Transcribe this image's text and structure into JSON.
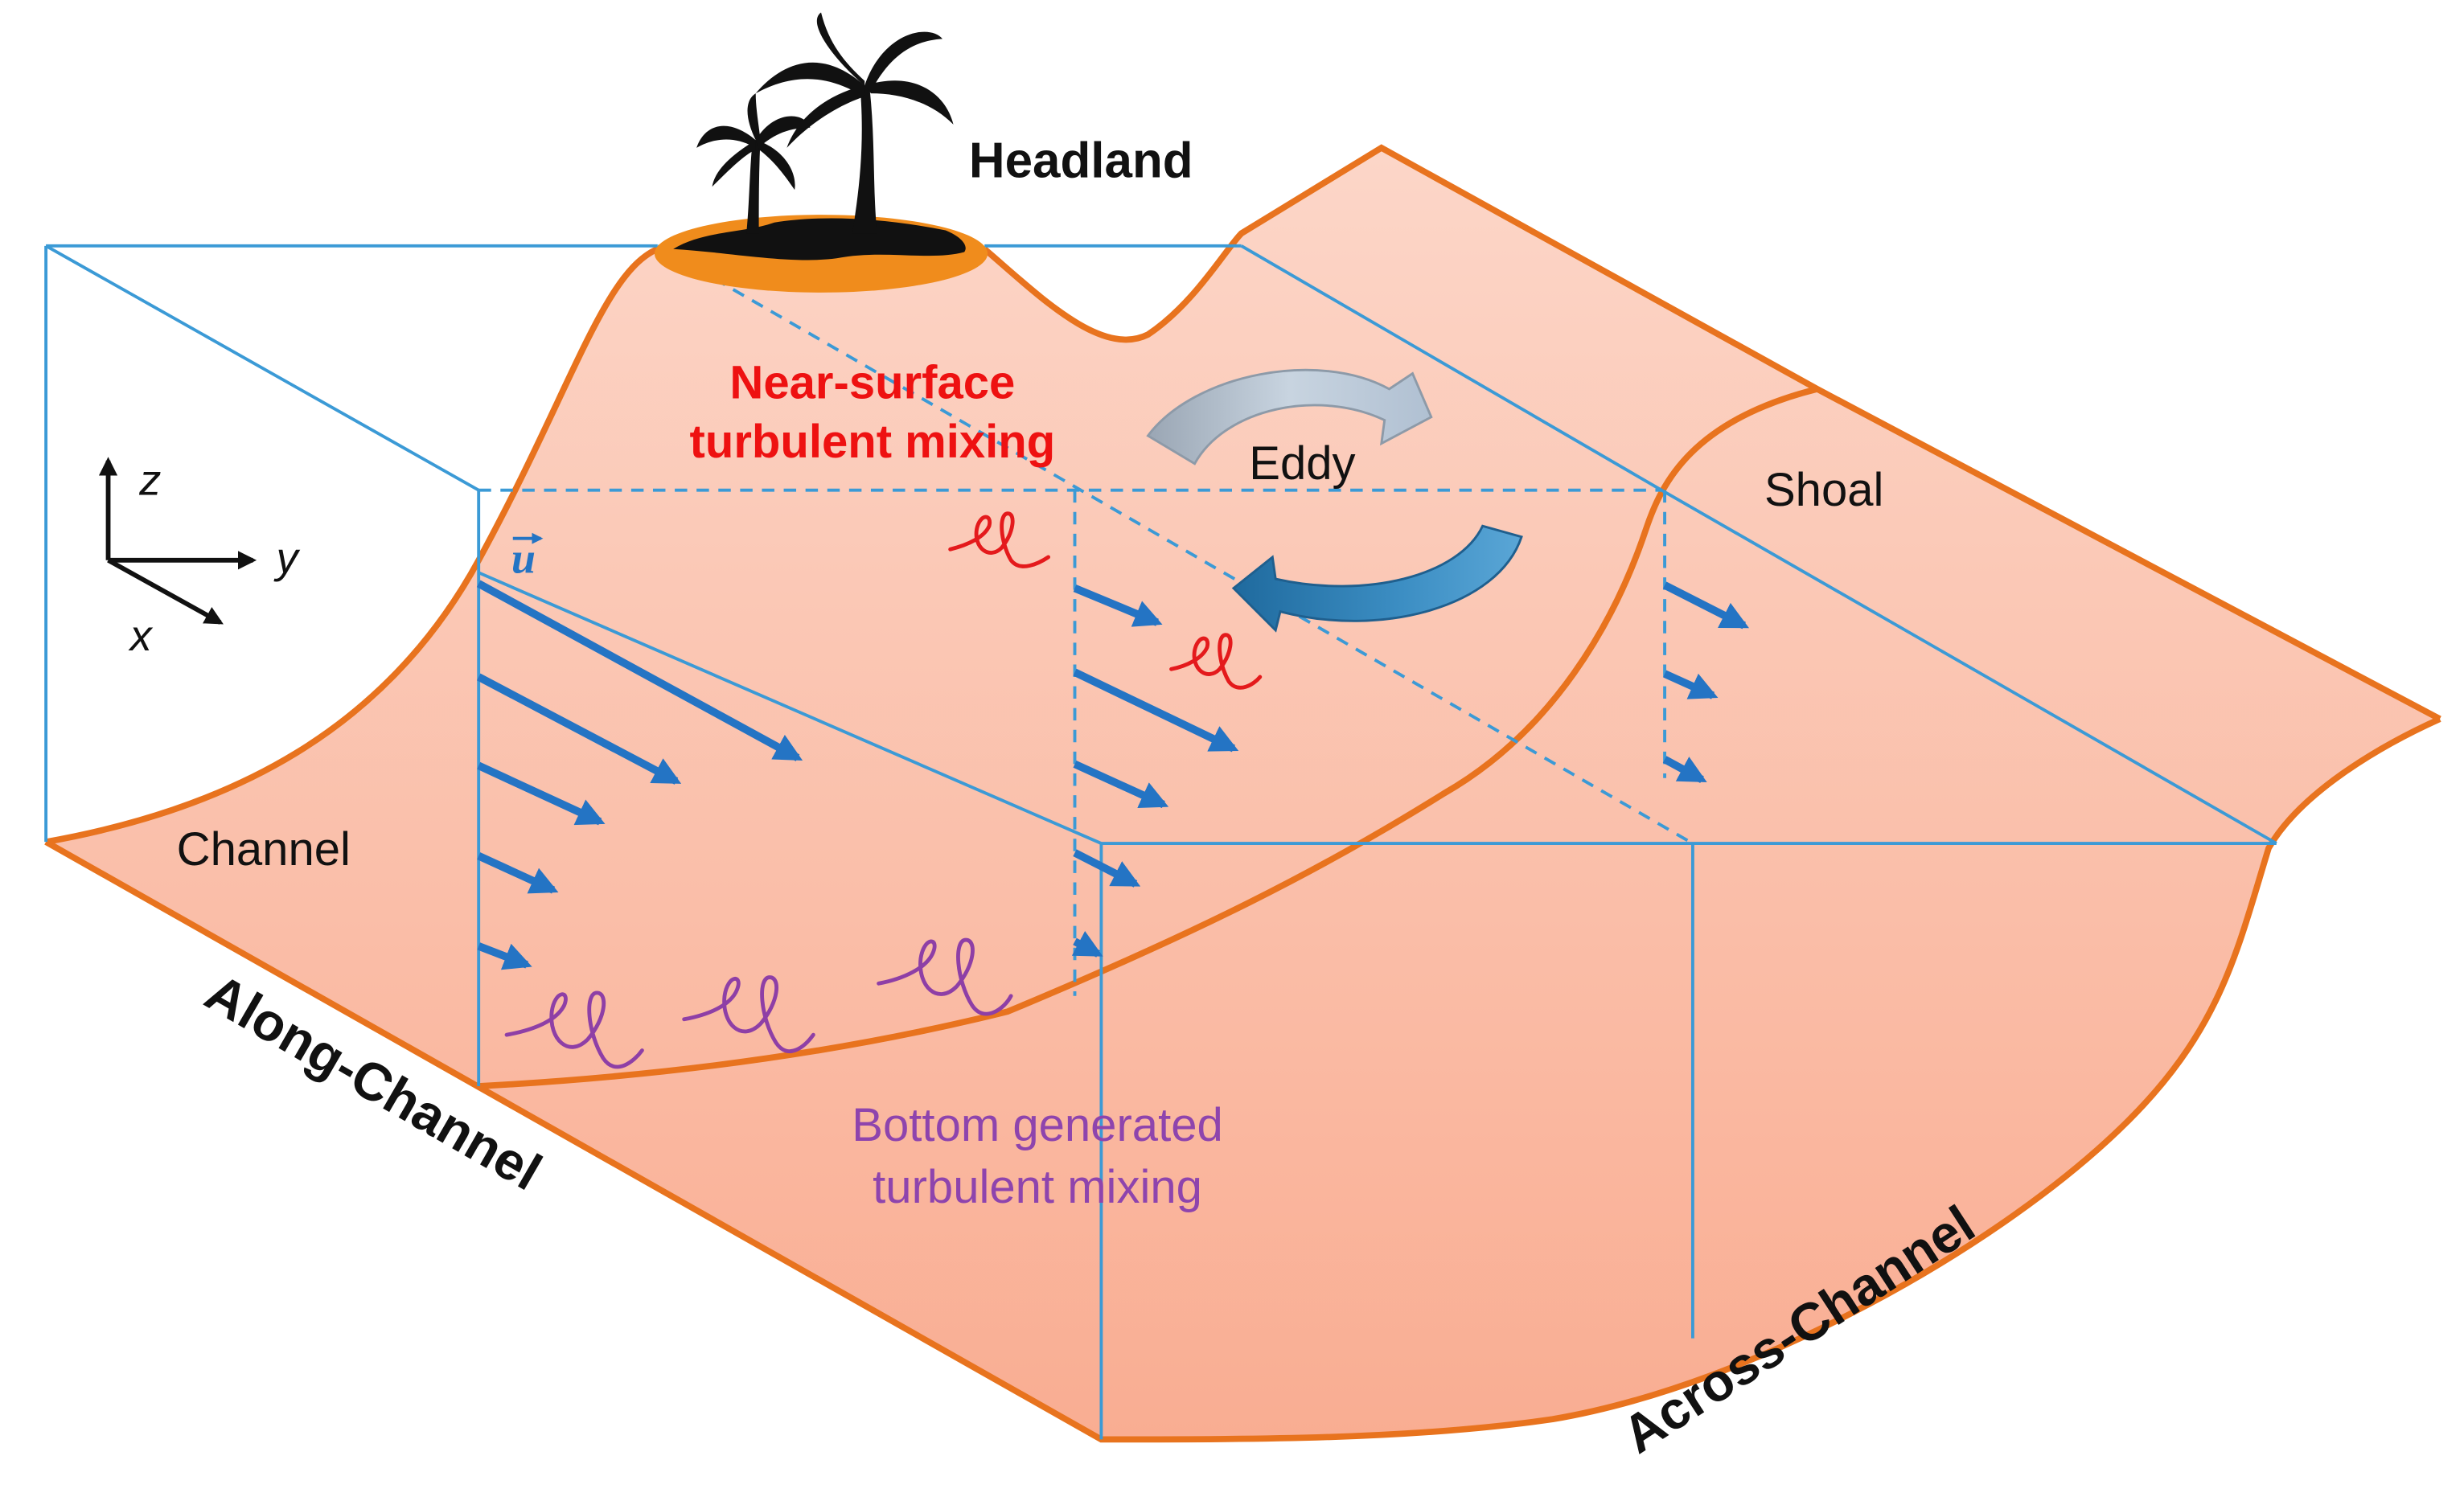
{
  "labels": {
    "headland": "Headland",
    "near_surface_line1": "Near-surface",
    "near_surface_line2": "turbulent mixing",
    "eddy": "Eddy",
    "shoal": "Shoal",
    "channel": "Channel",
    "bottom_line1": "Bottom generated",
    "bottom_line2": "turbulent mixing",
    "along_channel": "Along-Channel",
    "across_channel": "Across-Channel",
    "velocity_symbol": "u"
  },
  "axes": {
    "z": "z",
    "y": "y",
    "x": "x"
  },
  "colors": {
    "seabed_fill": "#fbb9a2",
    "seabed_outline": "#e8731e",
    "frame_line": "#3b9ad6",
    "velocity_arrow": "#2474c4",
    "near_surface_text": "#ee1111",
    "near_surface_curl": "#e41a1c",
    "bottom_text": "#8e44ad",
    "bottom_curl": "#8e3fa6",
    "eddy_upper": "#a9b8c8",
    "eddy_lower": "#2f7fb5",
    "island": "#f08c1c",
    "palm": "#111111",
    "text": "#111111"
  }
}
